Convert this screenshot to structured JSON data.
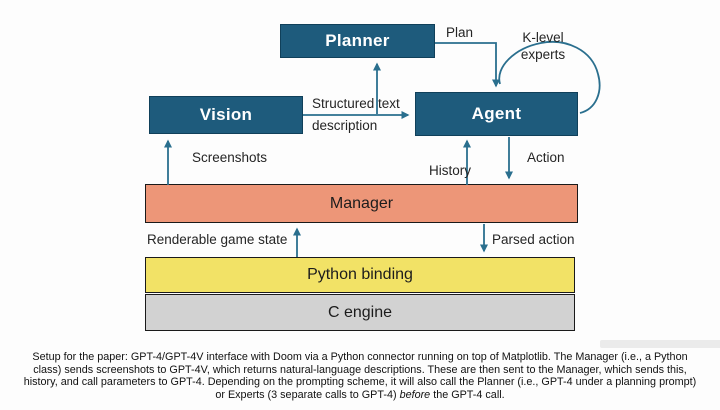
{
  "colors": {
    "teal_box_fill": "#1e5b7c",
    "teal_box_border": "#10405a",
    "manager_fill": "#ed9678",
    "python_fill": "#f2e266",
    "c_engine_fill": "#d2d2d2",
    "arrow": "#2a6f8e",
    "label_text": "#252525",
    "box_text_light": "#ffffff",
    "box_text_dark": "#1c1c1c",
    "background": "#fdfdfd"
  },
  "diagram": {
    "boxes": {
      "planner": "Planner",
      "vision": "Vision",
      "agent": "Agent",
      "manager": "Manager",
      "python_binding": "Python binding",
      "c_engine": "C engine"
    },
    "labels": {
      "plan": "Plan",
      "k_level": "K-level\nexperts",
      "structured": "Structured text\ndescription",
      "screenshots": "Screenshots",
      "history": "History",
      "action": "Action",
      "renderable": "Renderable game state",
      "parsed": "Parsed action"
    }
  },
  "caption": {
    "line1": "Setup for the paper: GPT-4/GPT-4V interface with Doom via a Python connector running on top of Matplotlib. The Manager (i.e., a Python",
    "line2": "class) sends screenshots to GPT-4V, which returns natural-language descriptions. These are then sent to the Manager, which sends this,",
    "line3": "history, and call parameters to GPT-4. Depending on the prompting scheme, it will also call the Planner (i.e., GPT-4 under a planning prompt)",
    "line4_pre": "or Experts (3 separate calls to GPT-4) ",
    "line4_italic": "before",
    "line4_post": " the GPT-4 call."
  }
}
